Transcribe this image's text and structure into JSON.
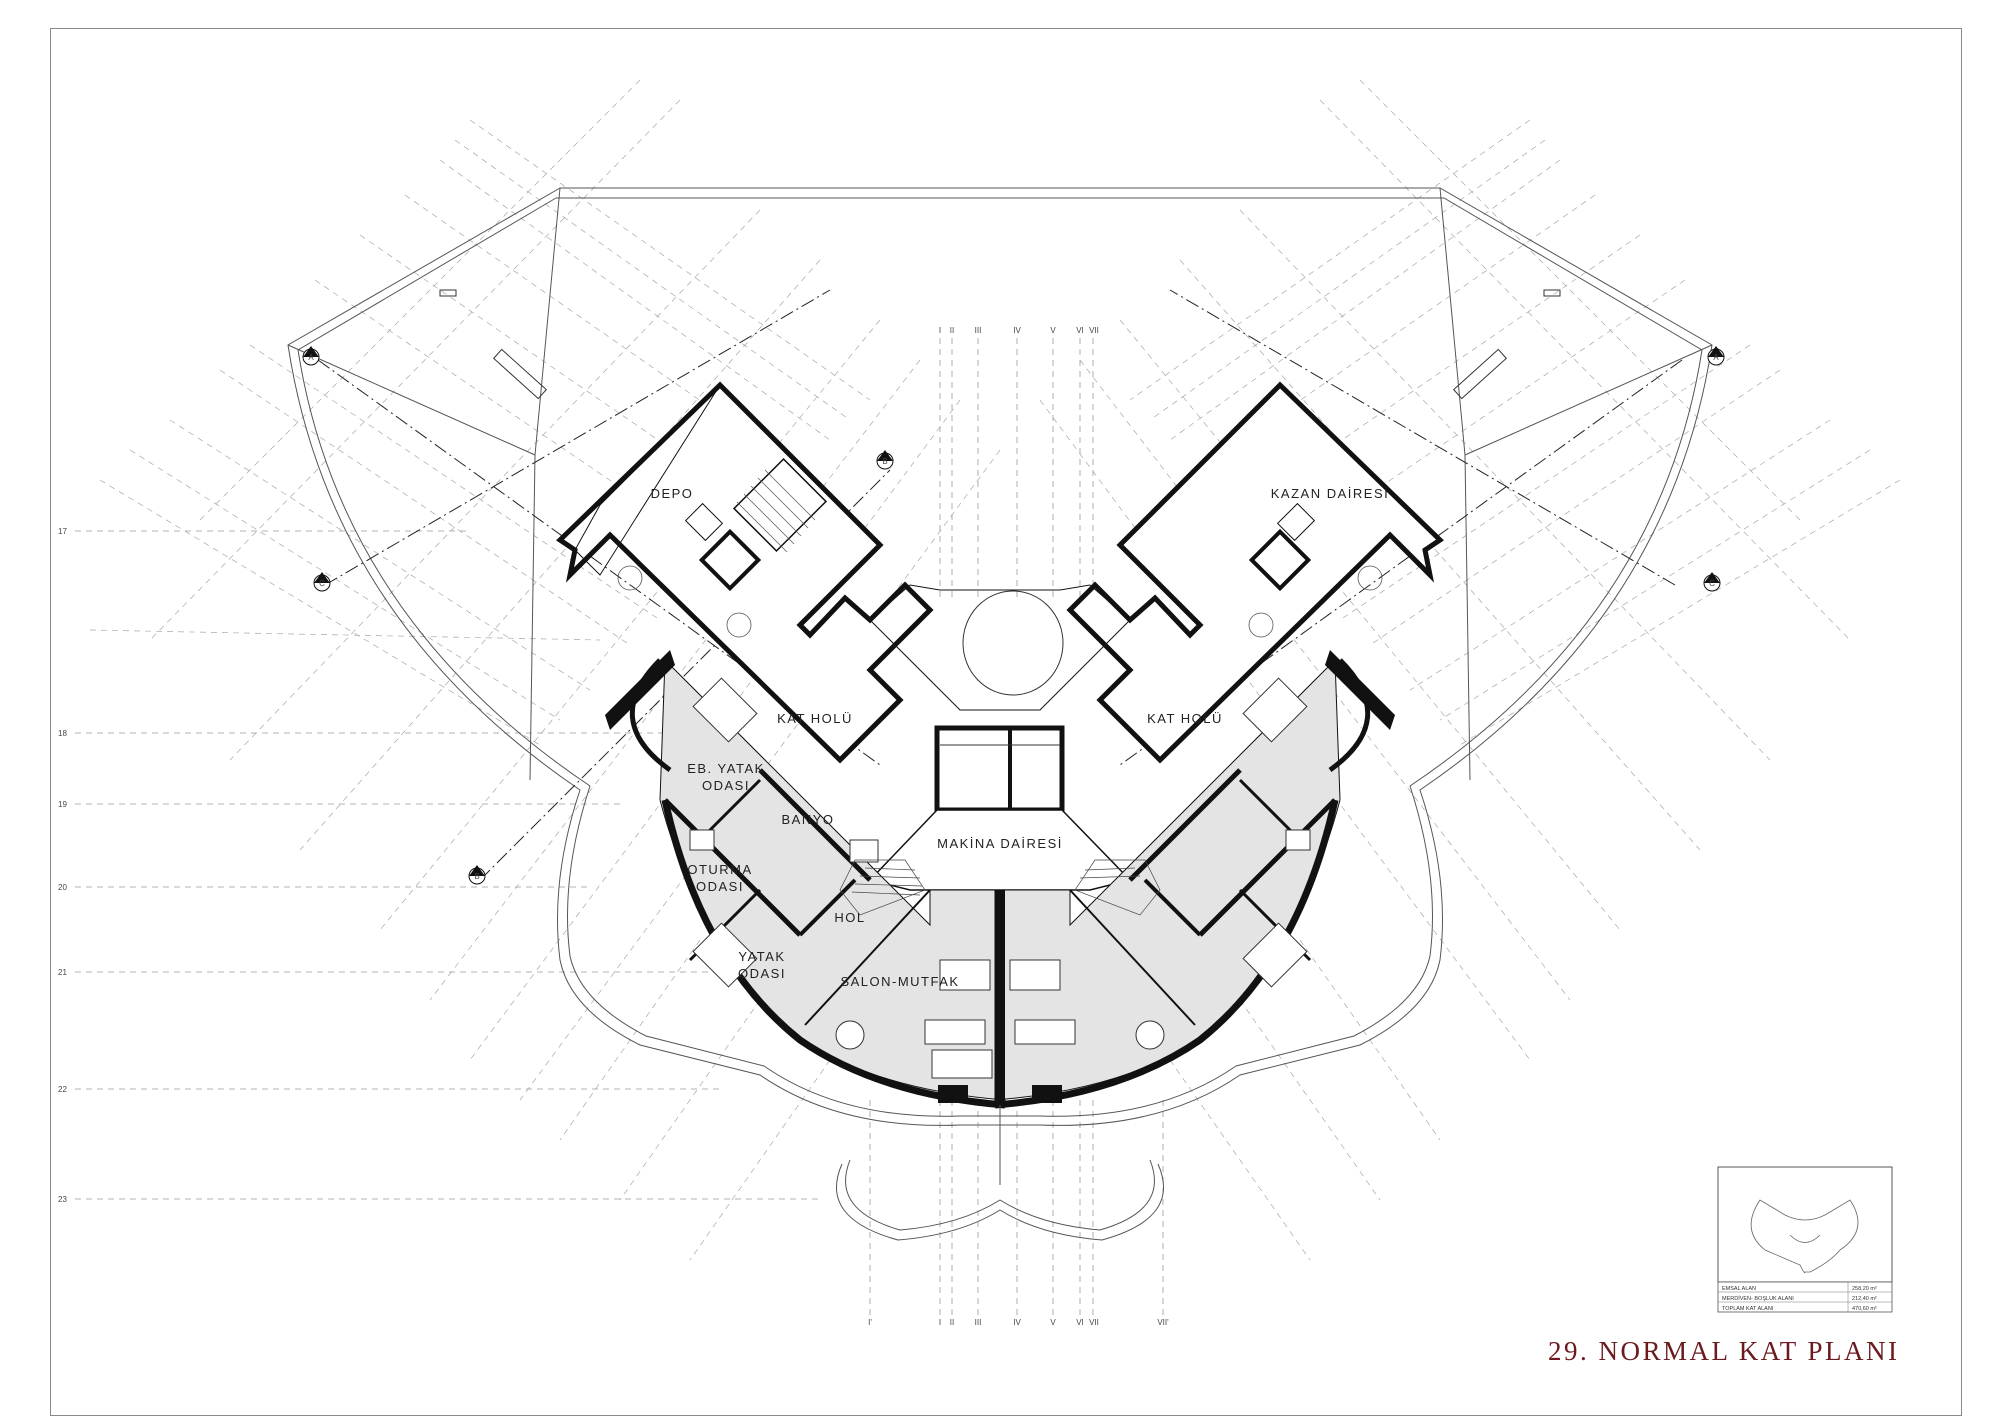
{
  "title": "29. NORMAL KAT PLANI",
  "rooms": {
    "depo": "DEPO",
    "kazan": "KAZAN DAİRESİ",
    "kat_holu_left": "KAT HOLÜ",
    "kat_holu_right": "KAT HOLÜ",
    "makina": "MAKİNA DAİRESİ",
    "eb_yatak_1": "EB. YATAK",
    "eb_yatak_2": "ODASI",
    "banyo": "BANYO",
    "oturma_1": "OTURMA",
    "oturma_2": "ODASI",
    "hol": "HOL",
    "yatak_1": "YATAK",
    "yatak_2": "ODASI",
    "salon": "SALON-MUTFAK"
  },
  "section_markers": [
    "A",
    "B",
    "C",
    "B",
    "A",
    "B",
    "C"
  ],
  "roman_axes_top": [
    "I",
    "II",
    "III",
    "IV",
    "V",
    "VI",
    "VII"
  ],
  "roman_axes_bottom": [
    "I'",
    "I",
    "II",
    "III",
    "IV",
    "V",
    "VI",
    "VII",
    "VII'"
  ],
  "row_numbers": [
    "17",
    "18",
    "19",
    "20",
    "21",
    "22",
    "23"
  ],
  "area_table": {
    "rows": [
      {
        "label": "EMSAL ALAN",
        "value": "258,20 m²"
      },
      {
        "label": "MERDİVEN- BOŞLUK ALANI",
        "value": "212,40 m²"
      },
      {
        "label": "TOPLAM KAT ALANI",
        "value": "470,60 m²"
      }
    ]
  },
  "colors": {
    "title": "#6b1a1f",
    "wall": "#111111",
    "floor_fill": "#e4e4e4",
    "grid_line": "#9a9a9a"
  }
}
